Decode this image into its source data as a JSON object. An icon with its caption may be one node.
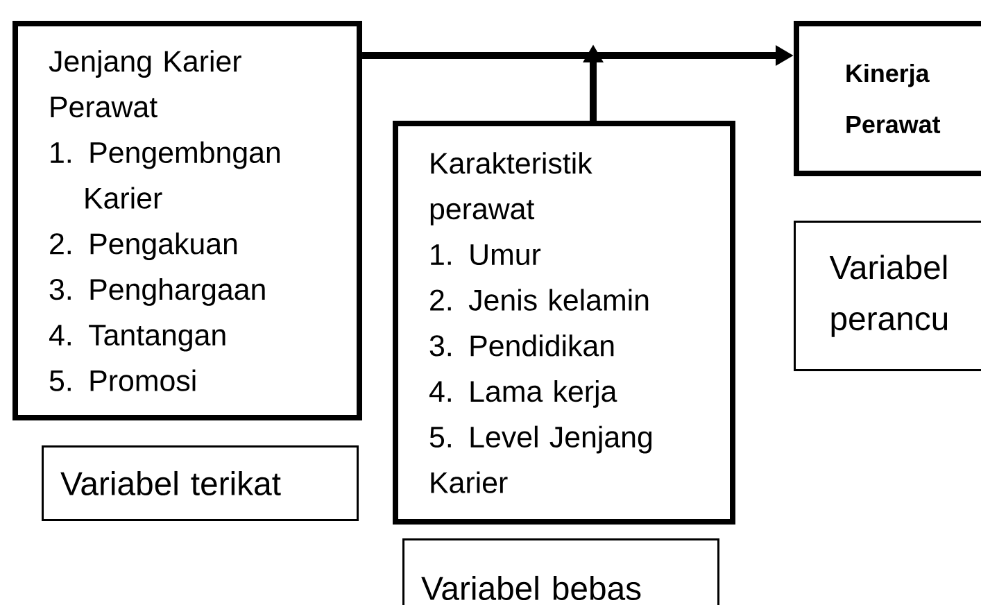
{
  "diagram": {
    "nodes": [
      {
        "text": [
          "Jenjang Karier Perawat",
          "1. Pengembngan Karier",
          "2. Pengakuan",
          "3. Penghargaan",
          "4. Tantangan",
          "5. Promosi"
        ]
      },
      {
        "text": [
          "Karakteristik perawat",
          "1. Umur",
          "2. Jenis kelamin",
          "3. Pendidikan",
          "4. Lama kerja",
          "5. Level Jenjang Karier"
        ]
      },
      {
        "text": [
          "Kinerja Perawat"
        ]
      },
      {
        "text": [
          "Variabel perancu"
        ]
      },
      {
        "text": [
          "Variabel terikat"
        ]
      },
      {
        "text": [
          "Variabel bebas"
        ]
      }
    ],
    "edges": [
      {
        "from": 0,
        "to": 2,
        "arrow": "to"
      },
      {
        "from": 1,
        "to": null,
        "arrow": "to"
      }
    ]
  }
}
